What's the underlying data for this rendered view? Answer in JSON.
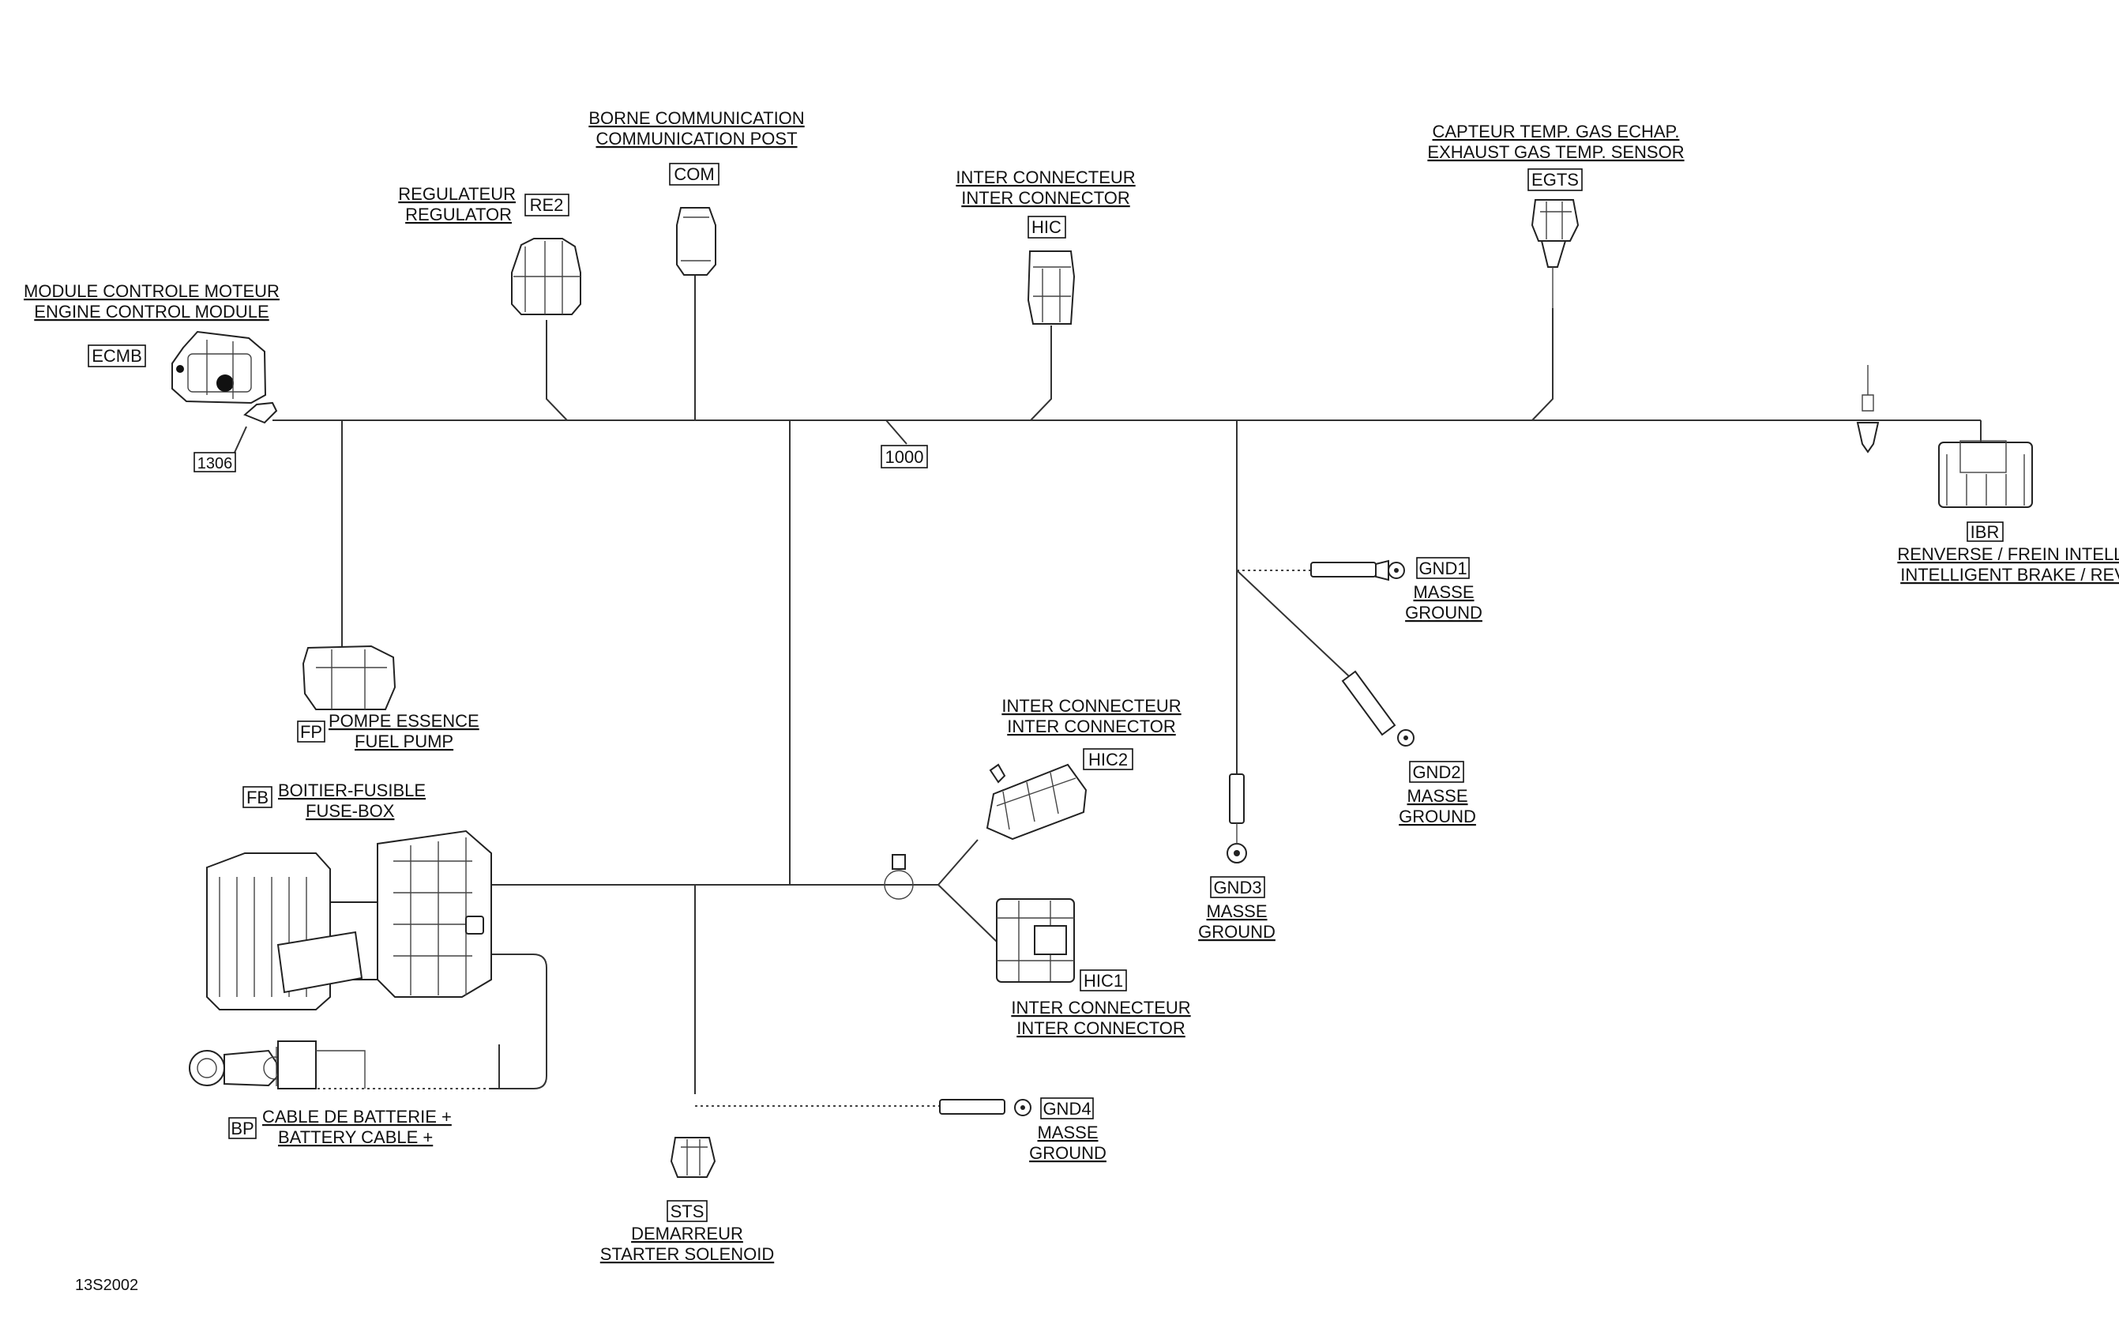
{
  "document": {
    "drawing_number": "13S2002"
  },
  "harness": {
    "main_tag": "1000"
  },
  "connectors": {
    "ecmb": {
      "tag": "ECMB",
      "label_fr": "MODULE CONTROLE MOTEUR",
      "label_en": "ENGINE CONTROL MODULE",
      "sub_tag": "1306"
    },
    "re2": {
      "tag": "RE2",
      "label_fr": "REGULATEUR",
      "label_en": "REGULATOR"
    },
    "com": {
      "tag": "COM",
      "label_fr": "BORNE COMMUNICATION",
      "label_en": "COMMUNICATION POST"
    },
    "hic": {
      "tag": "HIC",
      "label_fr": "INTER CONNECTEUR",
      "label_en": "INTER CONNECTOR"
    },
    "egts": {
      "tag": "EGTS",
      "label_fr": "CAPTEUR TEMP. GAS ECHAP.",
      "label_en": "EXHAUST GAS TEMP. SENSOR"
    },
    "ibr": {
      "tag": "IBR",
      "label_fr": "RENVERSE / FREIN INTELLIGENT",
      "label_en": "INTELLIGENT BRAKE / REVERSE"
    },
    "gnd1": {
      "tag": "GND1",
      "label_fr": "MASSE",
      "label_en": "GROUND"
    },
    "gnd2": {
      "tag": "GND2",
      "label_fr": "MASSE",
      "label_en": "GROUND"
    },
    "gnd3": {
      "tag": "GND3",
      "label_fr": "MASSE",
      "label_en": "GROUND"
    },
    "gnd4": {
      "tag": "GND4",
      "label_fr": "MASSE",
      "label_en": "GROUND"
    },
    "fp": {
      "tag": "FP",
      "label_fr": "POMPE ESSENCE",
      "label_en": "FUEL PUMP"
    },
    "fb": {
      "tag": "FB",
      "label_fr": "BOITIER-FUSIBLE",
      "label_en": "FUSE-BOX"
    },
    "hic2": {
      "tag": "HIC2",
      "label_fr": "INTER CONNECTEUR",
      "label_en": "INTER CONNECTOR"
    },
    "hic1": {
      "tag": "HIC1",
      "label_fr": "INTER CONNECTEUR",
      "label_en": "INTER CONNECTOR"
    },
    "bp": {
      "tag": "BP",
      "label_fr": "CABLE DE BATTERIE +",
      "label_en": "BATTERY CABLE +"
    },
    "sts": {
      "tag": "STS",
      "label_fr": "DEMARREUR",
      "label_en": "STARTER SOLENOID"
    }
  }
}
